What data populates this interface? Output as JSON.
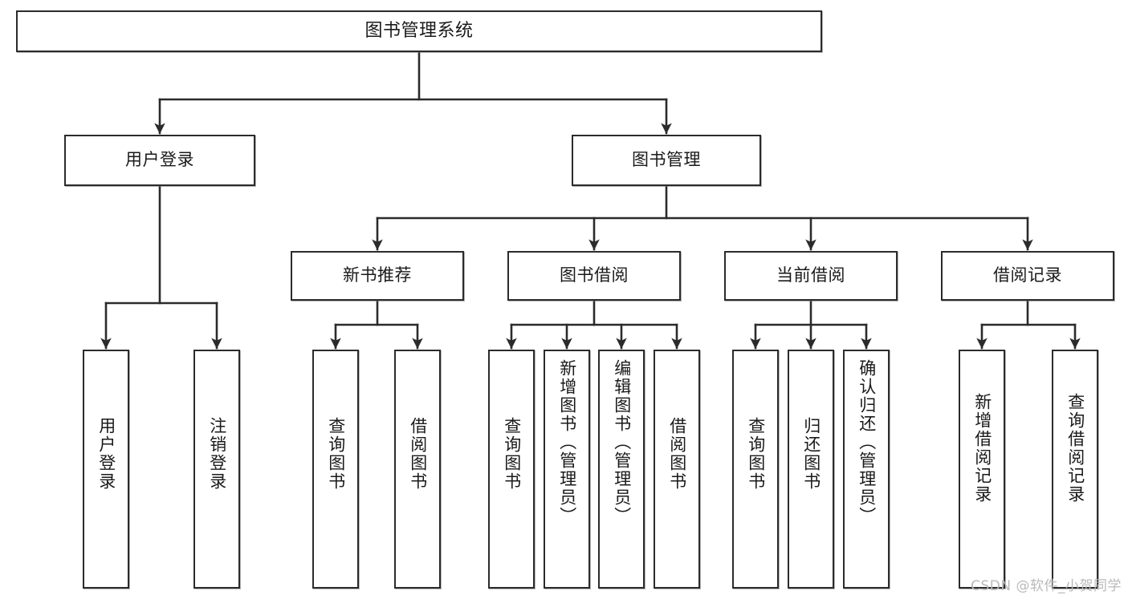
{
  "diagram": {
    "title": "图书管理系统",
    "type": "tree-hierarchy",
    "watermark": "CSDN @软件_小贺同学",
    "colors": {
      "node_border": "#2b2b2b",
      "node_fill": "#ffffff",
      "edge": "#2b2b2b",
      "text": "#1a1a1a",
      "watermark": "#b9b9b9",
      "background": "#ffffff"
    },
    "levels": {
      "root": {
        "label": "图书管理系统"
      },
      "level2": [
        {
          "label": "用户登录"
        },
        {
          "label": "图书管理"
        }
      ],
      "level3": [
        {
          "label": "新书推荐"
        },
        {
          "label": "图书借阅"
        },
        {
          "label": "当前借阅"
        },
        {
          "label": "借阅记录"
        }
      ],
      "leaves": {
        "user_login": [
          {
            "label": "用户登录"
          },
          {
            "label": "注销登录"
          }
        ],
        "new_book": [
          {
            "label": "查询图书"
          },
          {
            "label": "借阅图书"
          }
        ],
        "book_borrow": [
          {
            "label": "查询图书"
          },
          {
            "label": "新增图书（管理员）"
          },
          {
            "label": "编辑图书（管理员）"
          },
          {
            "label": "借阅图书"
          }
        ],
        "current_borrow": [
          {
            "label": "查询图书"
          },
          {
            "label": "归还图书"
          },
          {
            "label": "确认归还（管理员）"
          }
        ],
        "borrow_record": [
          {
            "label": "新增借阅记录"
          },
          {
            "label": "查询借阅记录"
          }
        ]
      }
    }
  }
}
